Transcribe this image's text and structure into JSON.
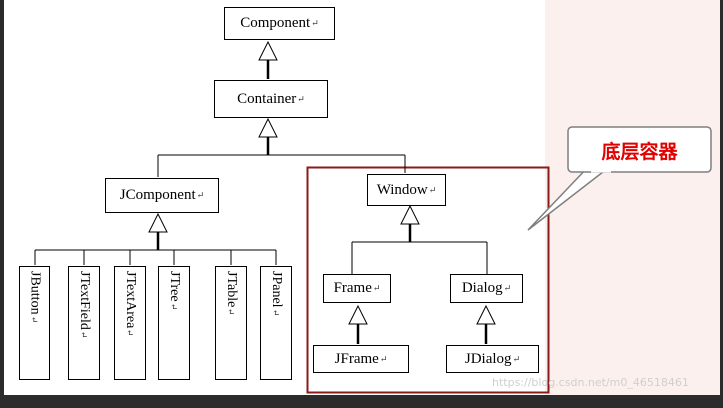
{
  "nodes": {
    "component": "Component",
    "container": "Container",
    "jcomponent": "JComponent",
    "window": "Window",
    "frame": "Frame",
    "dialog": "Dialog",
    "jframe": "JFrame",
    "jdialog": "JDialog",
    "jbutton": "JButton",
    "jtextfield": "JTextField",
    "jtextarea": "JTextArea",
    "jtree": "JTree",
    "jtable": "JTable",
    "jpanel": "JPanel"
  },
  "return_mark": "↵",
  "callout": {
    "label": "底层容器"
  },
  "watermark": "https://blog.csdn.net/m0_46518461",
  "colors": {
    "highlight_box": "#8b1a1a",
    "callout_text": "#e00000",
    "right_panel": "#fbf0ee"
  }
}
